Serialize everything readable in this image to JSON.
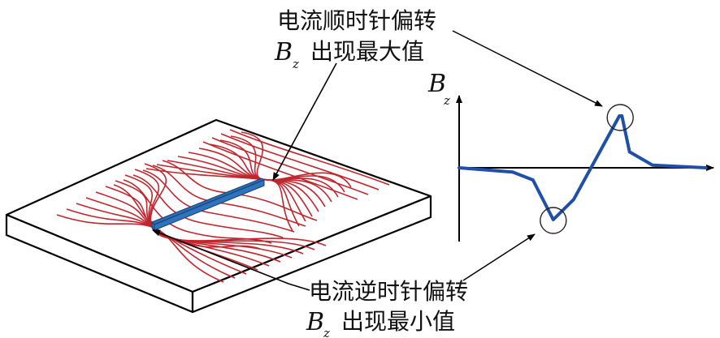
{
  "labels": {
    "top_line1": "电流顺时针偏转",
    "top_var": "B",
    "top_sub": "z",
    "top_line2": "出现最大值",
    "bottom_line1": "电流逆时针偏转",
    "bottom_var": "B",
    "bottom_sub": "z",
    "bottom_line2": "出现最小值",
    "axis_var": "B",
    "axis_sub": "z"
  },
  "colors": {
    "current_lines": "#c0262d",
    "crack": "#2a6db5",
    "signal_curve": "#1f4fa8",
    "outline": "#000000"
  },
  "chart_data": {
    "type": "line",
    "title": "",
    "ylabel": "Bz",
    "xlabel": "",
    "series": [
      {
        "name": "Bz",
        "x": [
          0,
          0.21,
          0.29,
          0.37,
          0.45,
          0.63,
          0.64,
          0.67,
          0.76,
          0.97
        ],
        "y": [
          0,
          -0.08,
          -0.23,
          -0.98,
          -0.6,
          0.98,
          0.98,
          0.3,
          0.05,
          0
        ]
      }
    ],
    "annotations": [
      {
        "at": "max",
        "text": "电流顺时针偏转 Bz 出现最大值"
      },
      {
        "at": "min",
        "text": "电流逆时针偏转 Bz 出现最小值"
      }
    ],
    "xlim": [
      0,
      1
    ],
    "ylim": [
      -1.4,
      1.4
    ],
    "grid": false
  }
}
